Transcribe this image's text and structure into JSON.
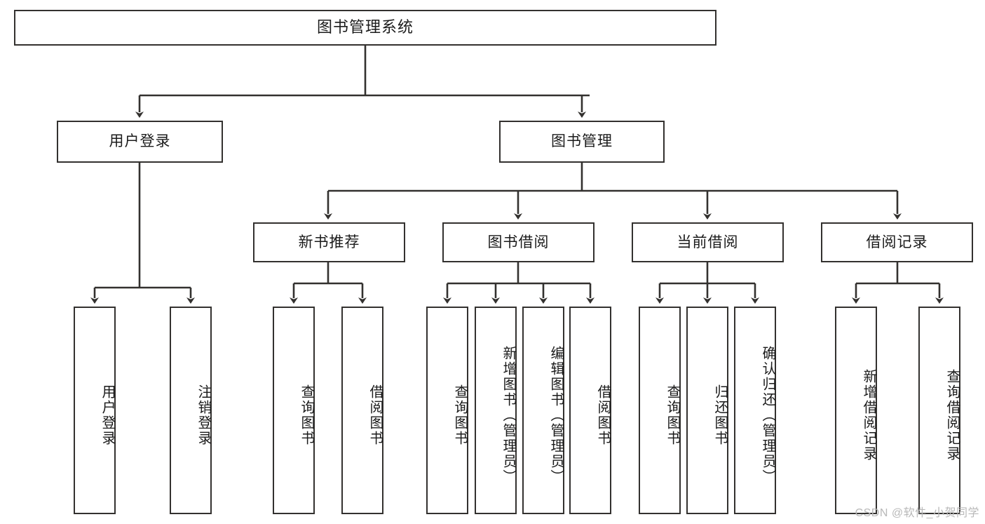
{
  "diagram": {
    "title": "图书管理系统",
    "watermark": "CSDN @软件_小贺同学",
    "line_color": "#33312f",
    "box_fill": "#ffffff",
    "text_color": "#1b1b1b",
    "nodes": {
      "root": {
        "label": "图书管理系统"
      },
      "level2": [
        {
          "label": "用户登录"
        },
        {
          "label": "图书管理"
        }
      ],
      "level3": [
        {
          "label": "新书推荐"
        },
        {
          "label": "图书借阅"
        },
        {
          "label": "当前借阅"
        },
        {
          "label": "借阅记录"
        }
      ],
      "leaves": [
        {
          "label": "用户登录"
        },
        {
          "label": "注销登录"
        },
        {
          "label": "查询图书"
        },
        {
          "label": "借阅图书"
        },
        {
          "label": "查询图书"
        },
        {
          "label": "新增图书（管理员）"
        },
        {
          "label": "编辑图书（管理员）"
        },
        {
          "label": "借阅图书"
        },
        {
          "label": "查询图书"
        },
        {
          "label": "归还图书"
        },
        {
          "label": "确认归还（管理员）"
        },
        {
          "label": "新增借阅记录"
        },
        {
          "label": "查询借阅记录"
        }
      ]
    }
  }
}
